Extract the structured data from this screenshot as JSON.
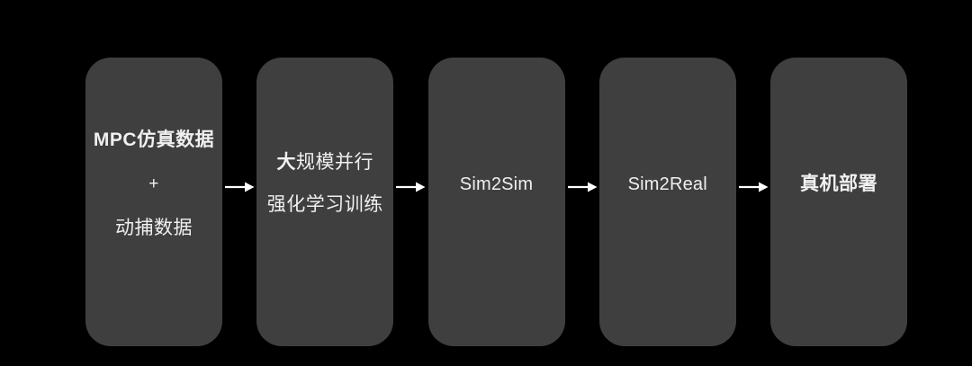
{
  "diagram": {
    "type": "pipeline-flow",
    "colors": {
      "background": "#000000",
      "node_fill": "#3f3f3f",
      "text": "#f0f0f0",
      "arrow": "#ffffff"
    },
    "nodes": [
      {
        "id": "mpc-data",
        "line1": "MPC仿真数据",
        "line2": "+",
        "line3": "动捕数据"
      },
      {
        "id": "rl-training",
        "line1_bold": "大",
        "line1_rest": "规模并行",
        "line2": "强化学习训练"
      },
      {
        "id": "sim2sim",
        "label": "Sim2Sim"
      },
      {
        "id": "sim2real",
        "label": "Sim2Real"
      },
      {
        "id": "deploy",
        "label": "真机部署"
      }
    ],
    "arrow_glyph": "→"
  }
}
